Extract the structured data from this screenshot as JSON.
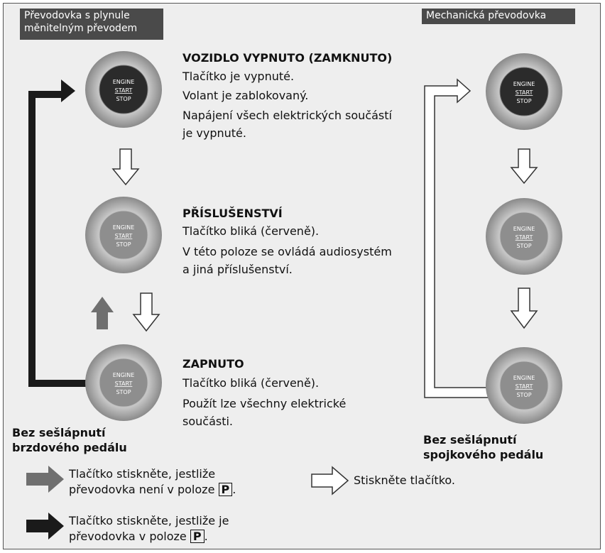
{
  "cvt_label": [
    "Převodovka s plynule",
    "měnitelným převodem"
  ],
  "manual_label": "Mechanická převodovka",
  "button": {
    "line1": "ENGINE",
    "line2": "START",
    "line3": "STOP"
  },
  "states": [
    {
      "title": "VOZIDLO VYPNUTO (ZAMKNUTO)",
      "lines": [
        "Tlačítko je vypnuté.",
        "Volant je zablokovaný.",
        "Napájení všech elektrických součástí",
        "je vypnuté."
      ]
    },
    {
      "title": "PŘÍSLUŠENSTVÍ",
      "lines": [
        "Tlačítko bliká (červeně).",
        "V této poloze se ovládá audiosystém",
        "a jiná příslušenství."
      ]
    },
    {
      "title": "ZAPNUTO",
      "lines": [
        "Tlačítko bliká (červeně).",
        "Použít lze všechny elektrické",
        "součásti."
      ]
    }
  ],
  "cvt_note": [
    "Bez sešlápnutí",
    "brzdového pedálu"
  ],
  "manual_note": [
    "Bez sešlápnutí",
    "spojkového pedálu"
  ],
  "legend": {
    "gray": {
      "line1": "Tlačítko stiskněte, jestliže",
      "line2_prefix": "převodovka není v poloze ",
      "box": "P",
      "line2_suffix": "."
    },
    "black": {
      "line1": "Tlačítko stiskněte, jestliže je",
      "line2_prefix": "převodovka v poloze ",
      "box": "P",
      "line2_suffix": "."
    },
    "white": "Stiskněte tlačítko."
  },
  "colors": {
    "panel": "#eeeeee",
    "tag": "#4a4a4a",
    "gray_arrow": "#6f6f6f",
    "black_arrow": "#1a1a1a",
    "button_off": "#2b2b2b",
    "button_on": "#8e8e8e"
  }
}
